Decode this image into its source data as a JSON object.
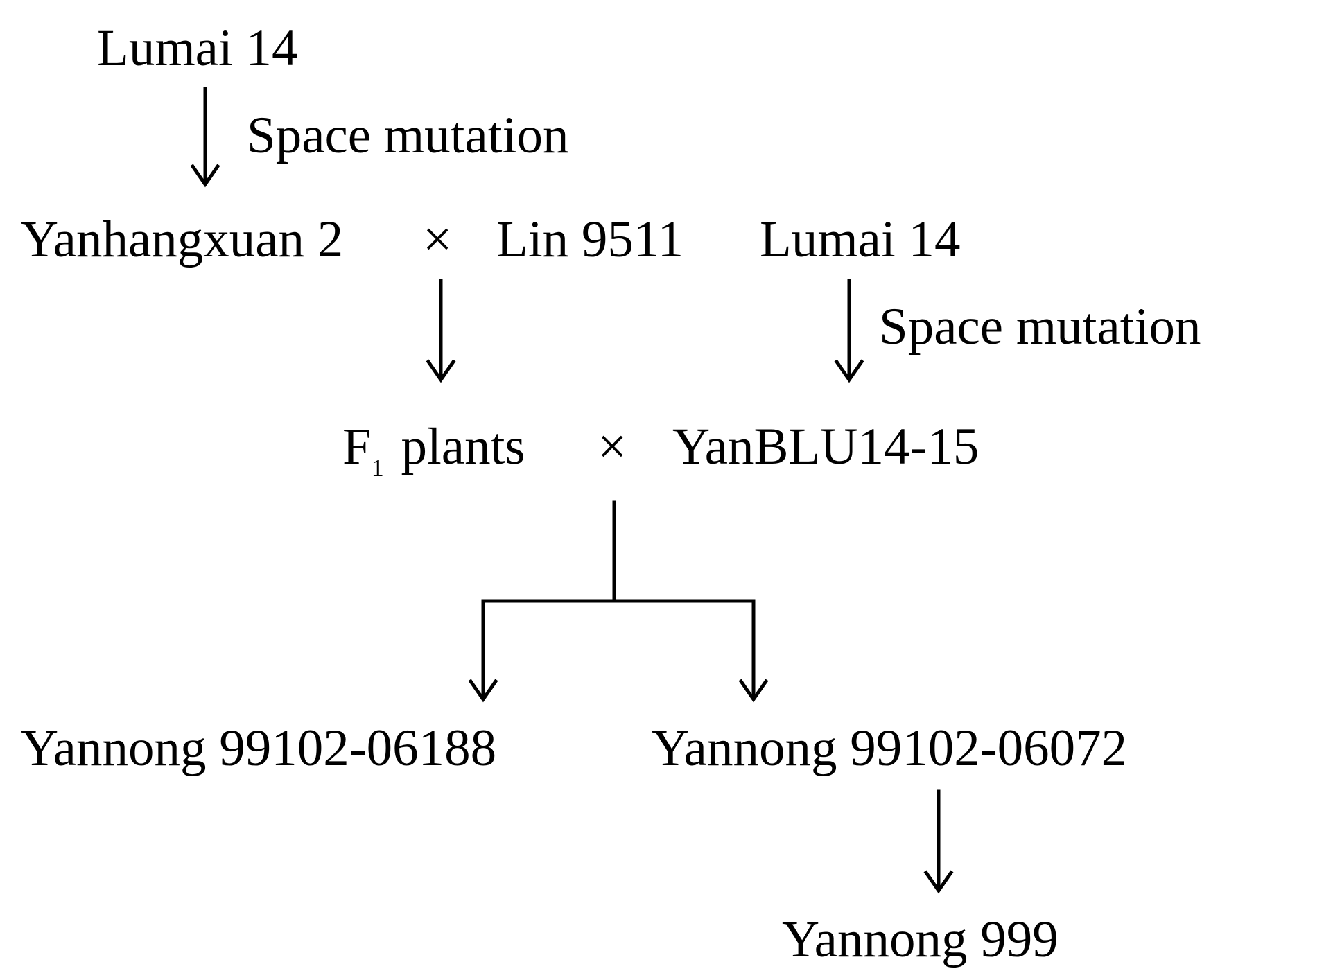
{
  "nodes": {
    "lumai_top": "Lumai 14",
    "space_mutation_1": "Space mutation",
    "yanhangxuan": "Yanhangxuan 2",
    "cross_1": "×",
    "lin": "Lin 9511",
    "lumai_right": "Lumai 14",
    "space_mutation_2": "Space mutation",
    "f1_prefix": "F",
    "f1_subscript": "1",
    "f1_suffix": "plants",
    "cross_2": "×",
    "yanblu": "YanBLU14-15",
    "yannong_06188": "Yannong 99102-06188",
    "yannong_06072": "Yannong 99102-06072",
    "yannong_999": "Yannong 999"
  },
  "colors": {
    "ink": "#000000",
    "background": "#ffffff"
  }
}
